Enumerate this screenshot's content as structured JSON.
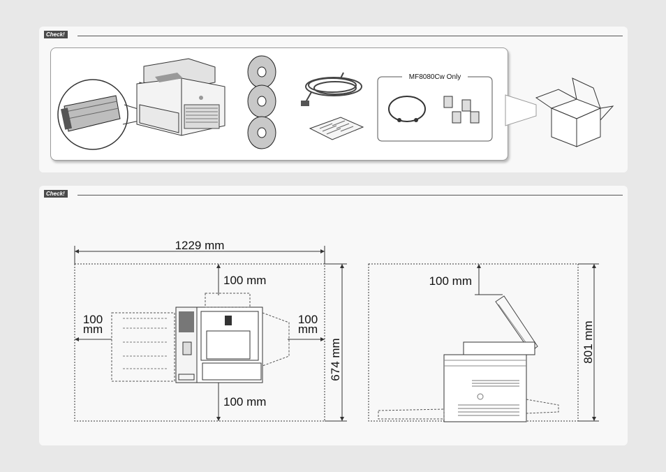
{
  "check_badge_top": "Check!",
  "check_badge_bottom": "Check!",
  "mf_only_label": "MF8080Cw Only",
  "dimensions": {
    "width_total": "1229 mm",
    "top_clearance": "100 mm",
    "bottom_clearance": "100 mm",
    "left_clearance_line1": "100",
    "left_clearance_line2": "mm",
    "right_clearance_line1": "100",
    "right_clearance_line2": "mm",
    "depth_total": "674 mm",
    "side_top_clearance": "100 mm",
    "side_height_total": "801 mm"
  },
  "icons": [
    "toner-cartridge-icon",
    "printer-icon",
    "cd-rom-icon",
    "power-cord-icon",
    "label-sheet-icon",
    "antenna-cable-icon",
    "toner-clip-icon",
    "box-icon"
  ]
}
